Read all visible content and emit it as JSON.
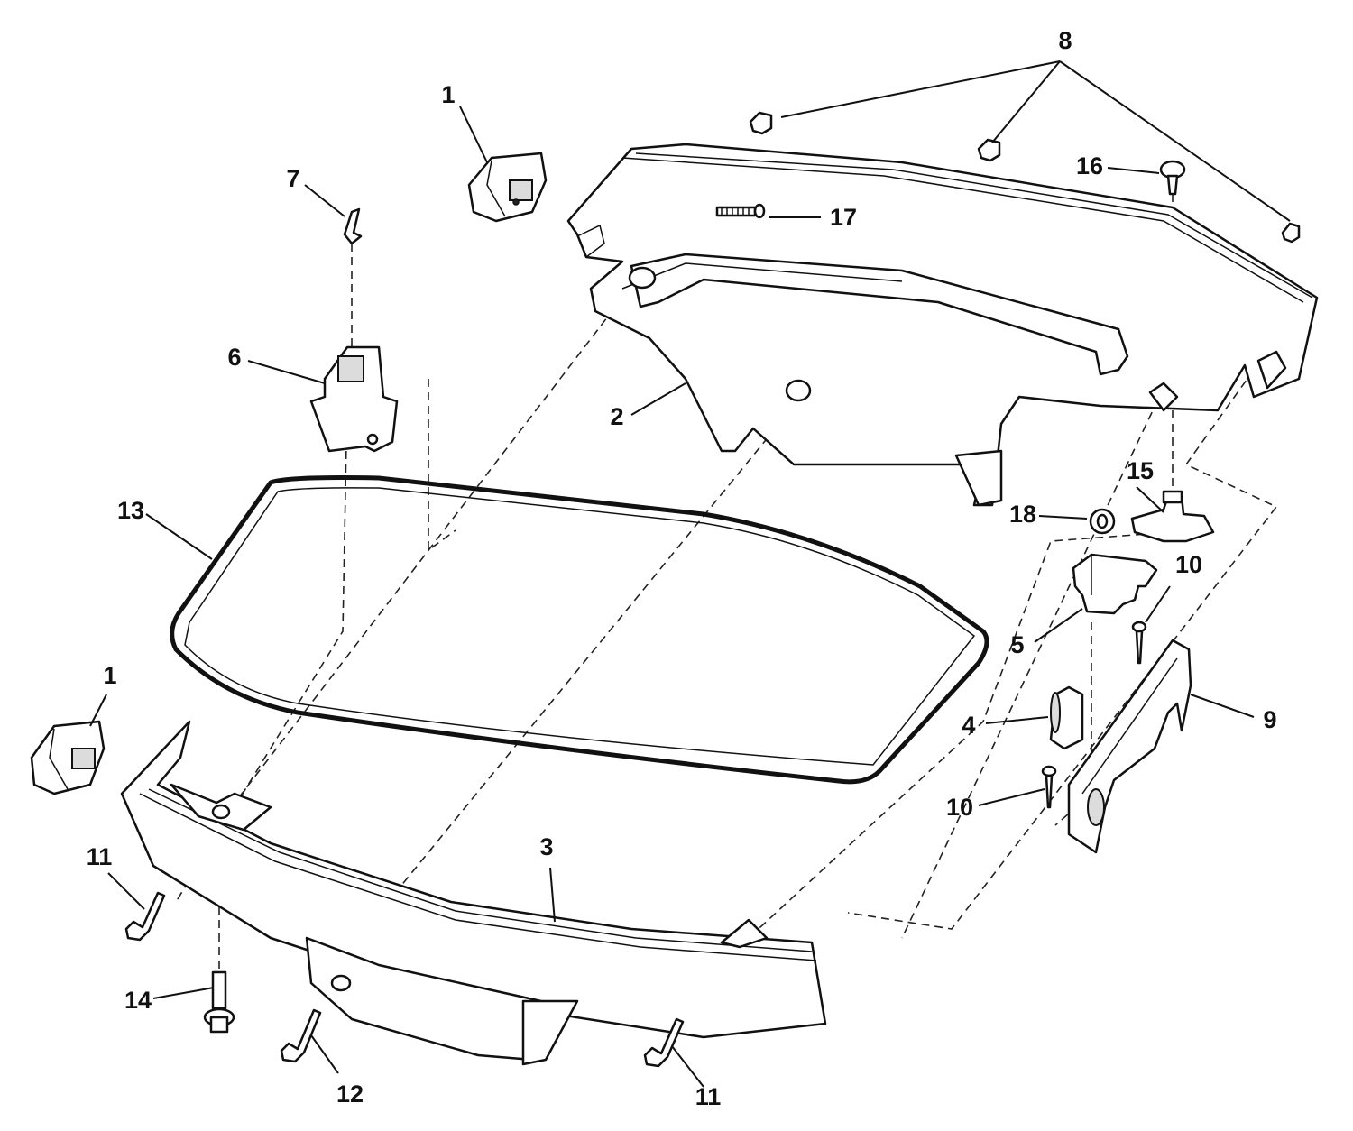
{
  "diagram": {
    "callouts": [
      {
        "id": "c1a",
        "text": "1"
      },
      {
        "id": "c1b",
        "text": "1"
      },
      {
        "id": "c2",
        "text": "2"
      },
      {
        "id": "c3",
        "text": "3"
      },
      {
        "id": "c4",
        "text": "4"
      },
      {
        "id": "c5",
        "text": "5"
      },
      {
        "id": "c6",
        "text": "6"
      },
      {
        "id": "c7",
        "text": "7"
      },
      {
        "id": "c8",
        "text": "8"
      },
      {
        "id": "c9",
        "text": "9"
      },
      {
        "id": "c10a",
        "text": "10"
      },
      {
        "id": "c10b",
        "text": "10"
      },
      {
        "id": "c11a",
        "text": "11"
      },
      {
        "id": "c11b",
        "text": "11"
      },
      {
        "id": "c12",
        "text": "12"
      },
      {
        "id": "c13",
        "text": "13"
      },
      {
        "id": "c14",
        "text": "14"
      },
      {
        "id": "c15",
        "text": "15"
      },
      {
        "id": "c16",
        "text": "16"
      },
      {
        "id": "c17",
        "text": "17"
      },
      {
        "id": "c18",
        "text": "18"
      }
    ]
  }
}
